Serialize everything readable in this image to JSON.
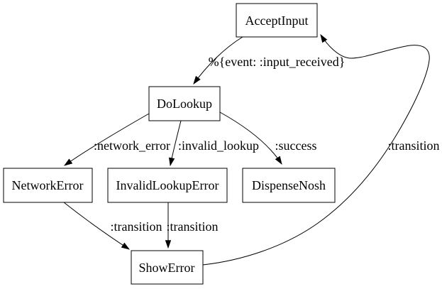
{
  "diagram": {
    "type": "state-machine-graph",
    "background_color": "#ffffff",
    "node_fill_color": "#ffffff",
    "line_color": "#000000",
    "text_color": "#000000",
    "nodes": [
      {
        "id": "accept_input",
        "label": "AcceptInput"
      },
      {
        "id": "do_lookup",
        "label": "DoLookup"
      },
      {
        "id": "network_error",
        "label": "NetworkError"
      },
      {
        "id": "invalid_lookup_error",
        "label": "InvalidLookupError"
      },
      {
        "id": "dispense_nosh",
        "label": "DispenseNosh"
      },
      {
        "id": "show_error",
        "label": "ShowError"
      }
    ],
    "edges": [
      {
        "from": "AcceptInput",
        "to": "DoLookup",
        "label": "%{event: :input_received}"
      },
      {
        "from": "DoLookup",
        "to": "NetworkError",
        "label": ":network_error"
      },
      {
        "from": "DoLookup",
        "to": "InvalidLookupError",
        "label": ":invalid_lookup"
      },
      {
        "from": "DoLookup",
        "to": "DispenseNosh",
        "label": ":success"
      },
      {
        "from": "NetworkError",
        "to": "ShowError",
        "label": ":transition"
      },
      {
        "from": "InvalidLookupError",
        "to": "ShowError",
        "label": ":transition"
      },
      {
        "from": "ShowError",
        "to": "AcceptInput",
        "label": ":transition"
      }
    ]
  }
}
